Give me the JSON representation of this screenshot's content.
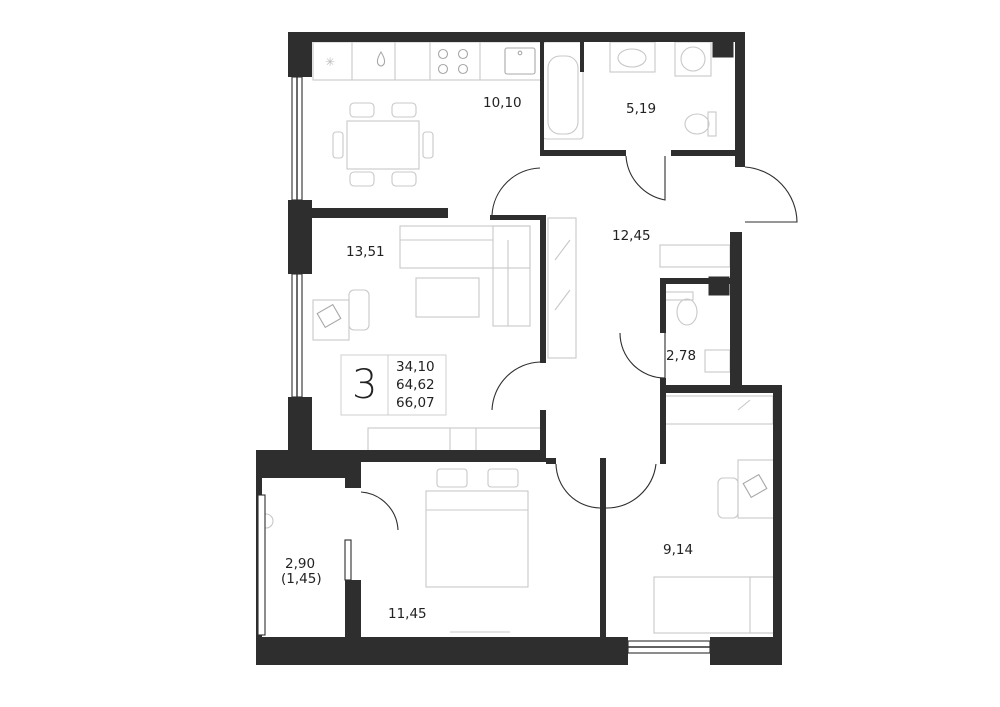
{
  "apartment": {
    "rooms_count": "3",
    "areas": [
      "34,10",
      "64,62",
      "66,07"
    ]
  },
  "rooms": [
    {
      "id": "kitchen",
      "area": "10,10"
    },
    {
      "id": "bathroom",
      "area": "5,19"
    },
    {
      "id": "hall",
      "area": "12,45"
    },
    {
      "id": "living",
      "area": "13,51"
    },
    {
      "id": "wc",
      "area": "2,78"
    },
    {
      "id": "bedroom",
      "area": "11,45"
    },
    {
      "id": "child-room",
      "area": "9,14"
    },
    {
      "id": "balcony",
      "area": "2,90",
      "area_reduced": "(1,45)"
    }
  ],
  "colors": {
    "wall": "#2e2e2e",
    "furniture": "#c8c8c8",
    "background": "#ffffff"
  }
}
